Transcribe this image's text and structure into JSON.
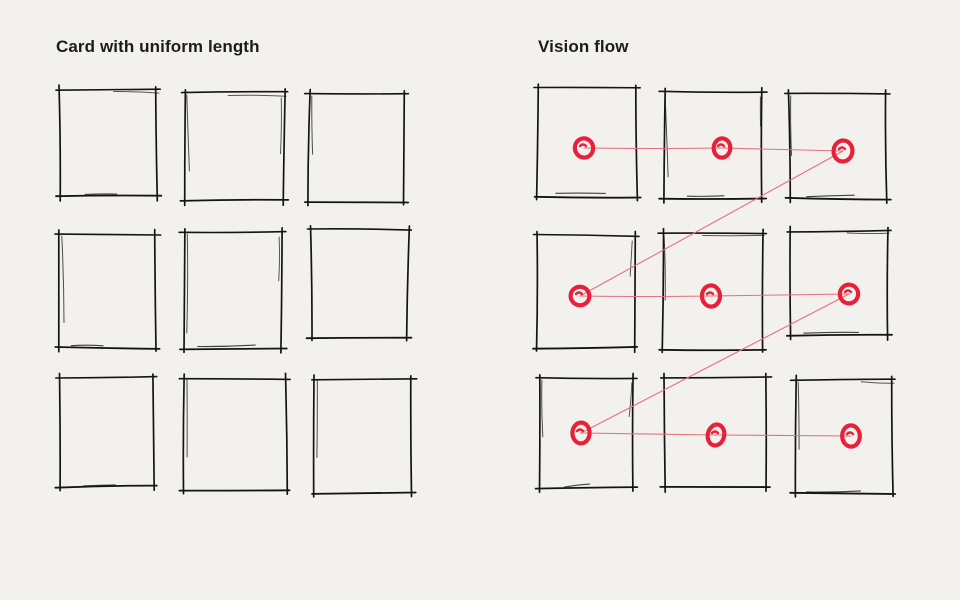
{
  "panels": {
    "left": {
      "title": "Card with uniform length"
    },
    "right": {
      "title": "Vision flow"
    }
  },
  "grid": {
    "rows": 3,
    "columns": 3
  },
  "colors": {
    "background": "#f3f1ed",
    "ink": "#141414",
    "marker": "#e8203a",
    "flow_line": "#e5707f"
  }
}
